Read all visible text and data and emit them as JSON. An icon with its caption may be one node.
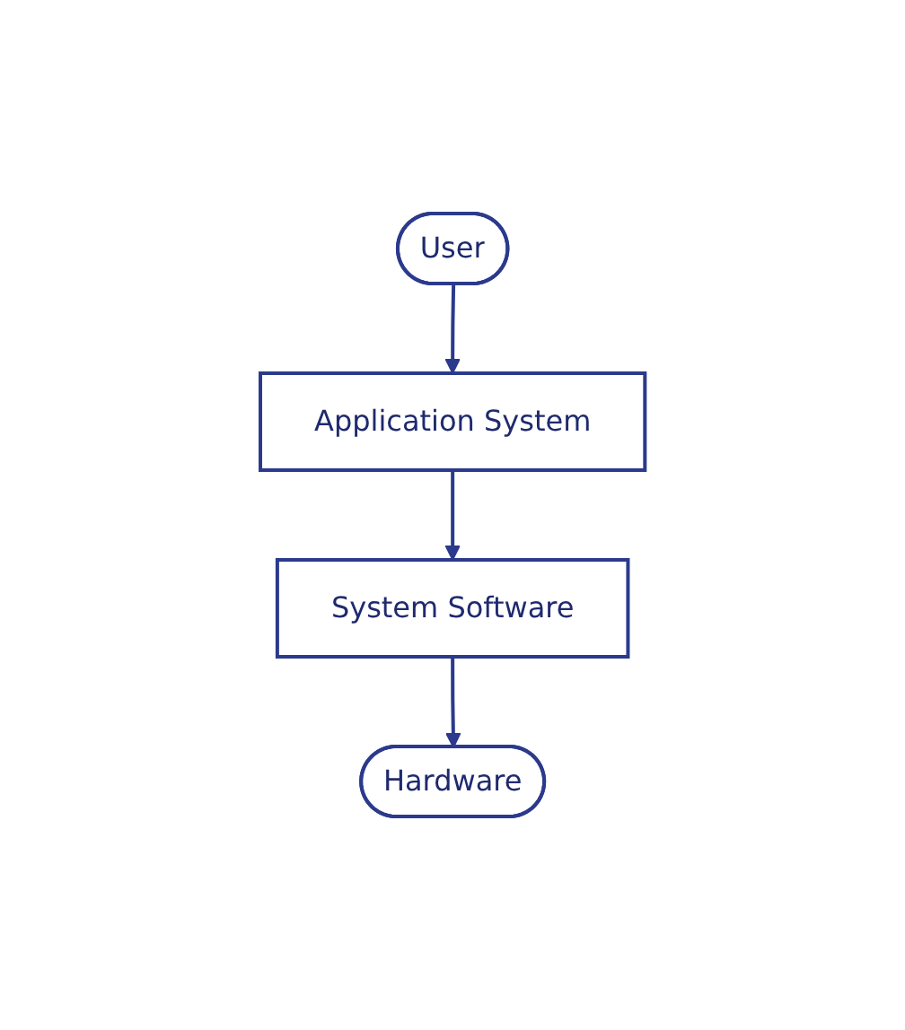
{
  "diagram": {
    "nodes": [
      {
        "text": [
          "User"
        ]
      },
      {
        "text": [
          "Application System"
        ]
      },
      {
        "text": [
          "System Software"
        ]
      },
      {
        "text": [
          "Hardware"
        ]
      }
    ],
    "edges": [
      {
        "from": 0,
        "to": 1,
        "arrow": "to"
      },
      {
        "from": 1,
        "to": 2,
        "arrow": "to"
      },
      {
        "from": 2,
        "to": 3,
        "arrow": "to"
      }
    ]
  }
}
